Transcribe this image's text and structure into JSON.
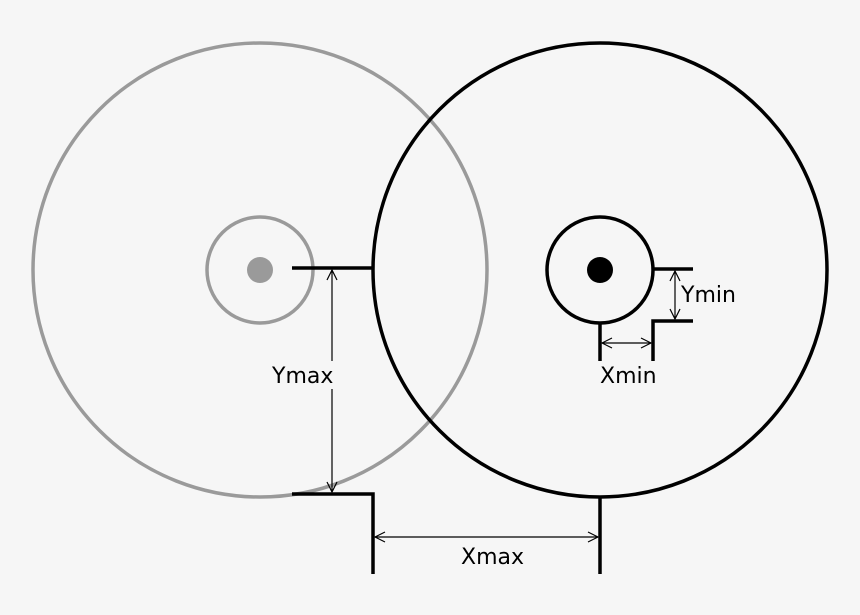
{
  "labels": {
    "ymax": "Ymax",
    "ymin": "Ymin",
    "xmin": "Xmin",
    "xmax": "Xmax"
  },
  "colors": {
    "background": "#f6f6f6",
    "left_circles": "#9a9a9a",
    "right_circles": "#000000",
    "text": "#000000"
  }
}
